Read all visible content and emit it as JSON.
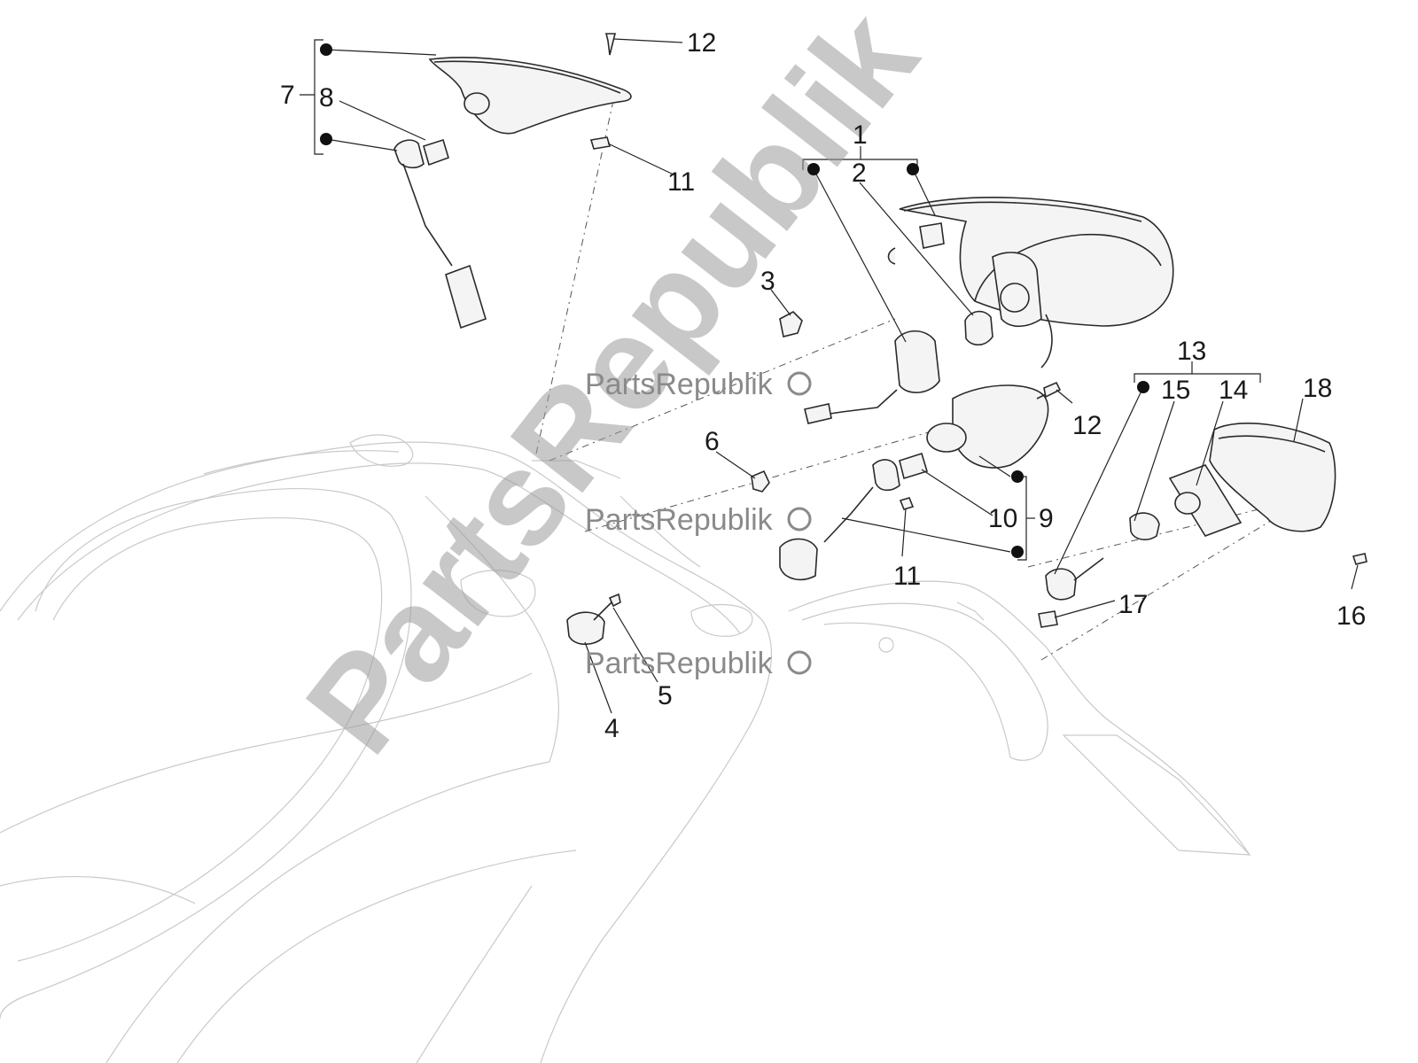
{
  "callouts": [
    "1",
    "2",
    "3",
    "4",
    "5",
    "6",
    "7",
    "8",
    "9",
    "10",
    "11",
    "12",
    "11",
    "12",
    "13",
    "14",
    "15",
    "16",
    "17",
    "18"
  ],
  "watermark": {
    "small": [
      "PartsRepublik",
      "PartsRepublik",
      "PartsRepublik"
    ],
    "big": "PartsRepublik"
  },
  "colors": {
    "line": "#2a2a2a",
    "body_outline": "#c9c9c9",
    "watermark": "#8a8a8a"
  }
}
